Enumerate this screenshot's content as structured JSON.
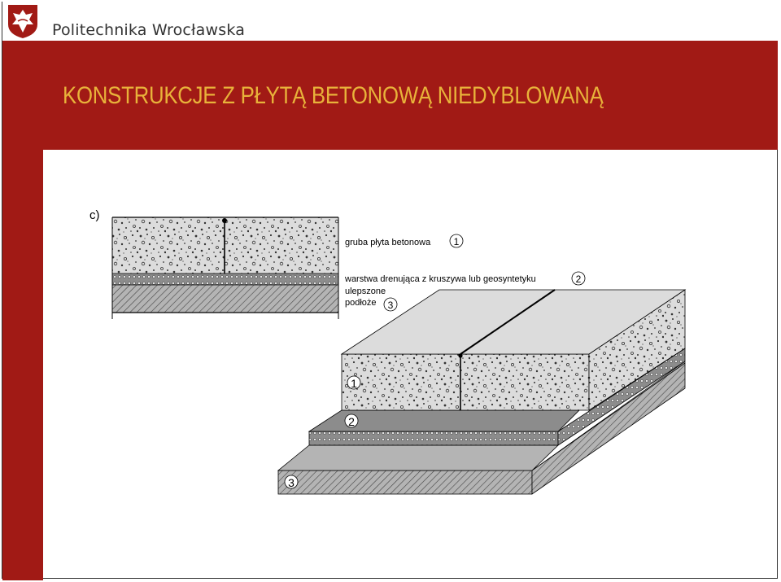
{
  "header": {
    "university_name": "Politechnika Wrocławska"
  },
  "slide": {
    "title": "KONSTRUKCJE Z PŁYTĄ BETONOWĄ NIEDYBLOWANĄ",
    "variant_label": "c)"
  },
  "legend": {
    "items": [
      {
        "text": "gruba płyta betonowa",
        "number": "1"
      },
      {
        "text": "warstwa drenująca z kruszywa lub geosyntetyku",
        "number": "2"
      },
      {
        "text_line1": "ulepszone",
        "text_line2": "podłoże",
        "number": "3"
      }
    ]
  },
  "callouts": [
    "1",
    "2",
    "3"
  ],
  "colors": {
    "brand_red": "#a11a15",
    "title_text": "#e8b23a",
    "concrete": "#dcdcdc",
    "drainage": "#8c8c8c",
    "subgrade": "#b4b4b4"
  }
}
